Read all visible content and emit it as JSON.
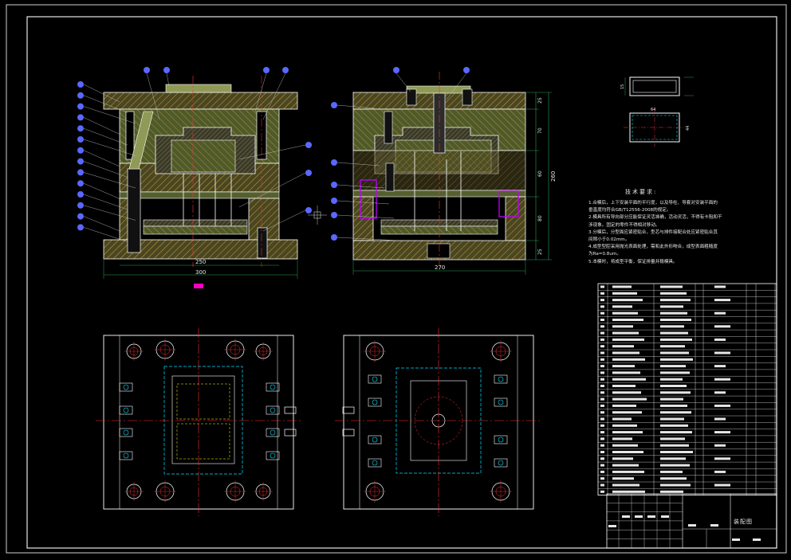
{
  "drawing": {
    "title": "装配图",
    "colors": {
      "background": "#000000",
      "frame": "#e6e6e6",
      "hatch": "#c8a04a",
      "steel": "#8f9a56",
      "centerline": "#ff3030",
      "dimension": "#2aa35a",
      "callout": "#5a68ff",
      "water": "#c000ff",
      "marker": "#ff00c0",
      "part_edge": "#ffffff",
      "yellow": "#ffff00",
      "cyan": "#00e0ff"
    }
  },
  "front_view": {
    "dim_inner": "250",
    "dim_outer": "300"
  },
  "side_view": {
    "dim_width": "270",
    "dim_total": "260",
    "dim_segments": [
      "25",
      "70",
      "60",
      "80",
      "25"
    ]
  },
  "part_sketch": {
    "dim_height": "15",
    "dim_width": "64",
    "dim_depth": "44"
  },
  "technical_requirements": {
    "title": "技术要求:",
    "notes": [
      "1.合模后，上下安装平面的平行度，以及导柱、导套对安装平面的",
      "  垂直度均符合GB/T12556-2008的规定。",
      "2.模具所有导向部分应能保证灵活准确，活动灵活，不得有卡阻和干",
      "  涉现象。固定的零件不得相对移动。",
      "3.分模后，分型面应紧密贴合，型芯与排件接配合处应紧密贴合其",
      "  间隙小于0.02mm。",
      "4.成型型腔采用抛光表面处理，需和此外形吻合，成型表面粗糙度",
      "  为Ra=0.8um。",
      "5.本模时，将成型平衡，保证排量并稳模具。"
    ]
  }
}
